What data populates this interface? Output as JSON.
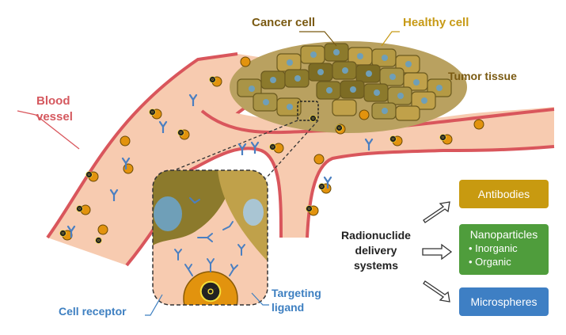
{
  "labels": {
    "cancer_cell": "Cancer cell",
    "healthy_cell": "Healthy cell",
    "tumor_tissue": "Tumor tissue",
    "blood_vessel_line1": "Blood",
    "blood_vessel_line2": "vessel",
    "cell_receptor": "Cell receptor",
    "targeting_ligand_line1": "Targeting",
    "targeting_ligand_line2": "ligand",
    "radionuclide_line1": "Radionuclide",
    "radionuclide_line2": "delivery",
    "radionuclide_line3": "systems"
  },
  "delivery_systems": {
    "antibodies": "Antibodies",
    "nanoparticles": "Nanoparticles",
    "nanoparticle_types": [
      "Inorganic",
      "Organic"
    ],
    "microspheres": "Microspheres"
  },
  "colors": {
    "vessel_fill": "#f7cbb0",
    "vessel_wall": "#d9565c",
    "cancer_cell": "#8c7a2c",
    "healthy_cell": "#c0a14a",
    "nucleus": "#6f9fb8",
    "antibody": "#4a7fc1",
    "particle": "#e2930e",
    "antibodies_box": "#c89a10",
    "nanoparticles_box": "#4f9d3c",
    "microspheres_box": "#3e7fc4"
  },
  "icons": [
    "radiation-trefoil-icon",
    "y-shaped-antibody-icon",
    "arrow-right-outline-icon"
  ]
}
